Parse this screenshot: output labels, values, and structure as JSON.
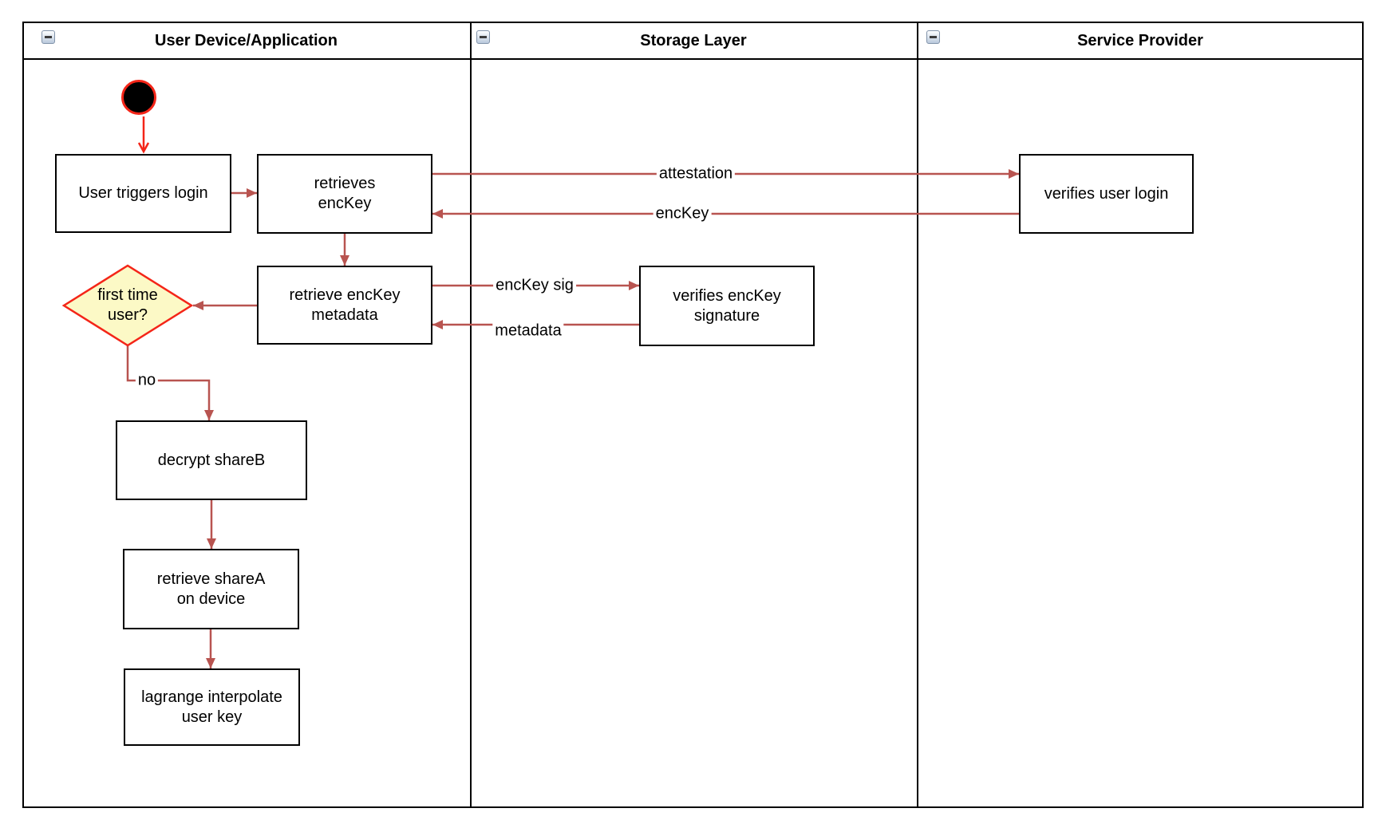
{
  "diagram": {
    "lanes": [
      {
        "title": "User Device/Application"
      },
      {
        "title": "Storage Layer"
      },
      {
        "title": "Service Provider"
      }
    ],
    "nodes": {
      "user_triggers_login": {
        "label": "User triggers login"
      },
      "retrieves_enckey": {
        "label": "retrieves\nencKey"
      },
      "verifies_user_login": {
        "label": "verifies user login"
      },
      "retrieve_enckey_metadata": {
        "label": "retrieve encKey\nmetadata"
      },
      "verifies_enckey_signature": {
        "label": "verifies encKey\nsignature"
      },
      "first_time_user": {
        "label": "first time\nuser?"
      },
      "decrypt_shareb": {
        "label": "decrypt shareB"
      },
      "retrieve_sharea": {
        "label": "retrieve shareA\non device"
      },
      "lagrange_interpolate": {
        "label": "lagrange interpolate\nuser key"
      }
    },
    "edge_labels": {
      "attestation": "attestation",
      "enckey": "encKey",
      "enckey_sig": "encKey sig",
      "metadata": "metadata",
      "no": "no"
    },
    "colors": {
      "connector": "#B85450",
      "highlight_red": "#F42518",
      "decision_fill": "#FCF9C6",
      "node_border": "#000000"
    }
  }
}
